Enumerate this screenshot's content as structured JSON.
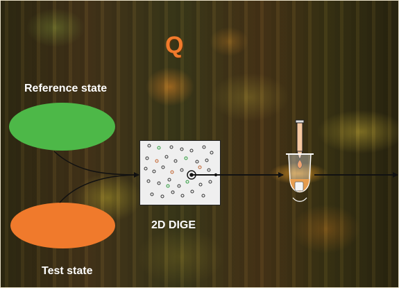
{
  "header": {
    "letter": "Q"
  },
  "states": {
    "reference": {
      "label": "Reference state",
      "color": "#4db848"
    },
    "test": {
      "label": "Test state",
      "color": "#f07a2c"
    }
  },
  "method": {
    "label": "2D DIGE"
  },
  "colors": {
    "q_accent": "#f07a2c",
    "gel_bg": "#efefef",
    "arrow": "#111111"
  },
  "icons": [
    "pipette-icon",
    "tube-icon",
    "gel-spots"
  ]
}
